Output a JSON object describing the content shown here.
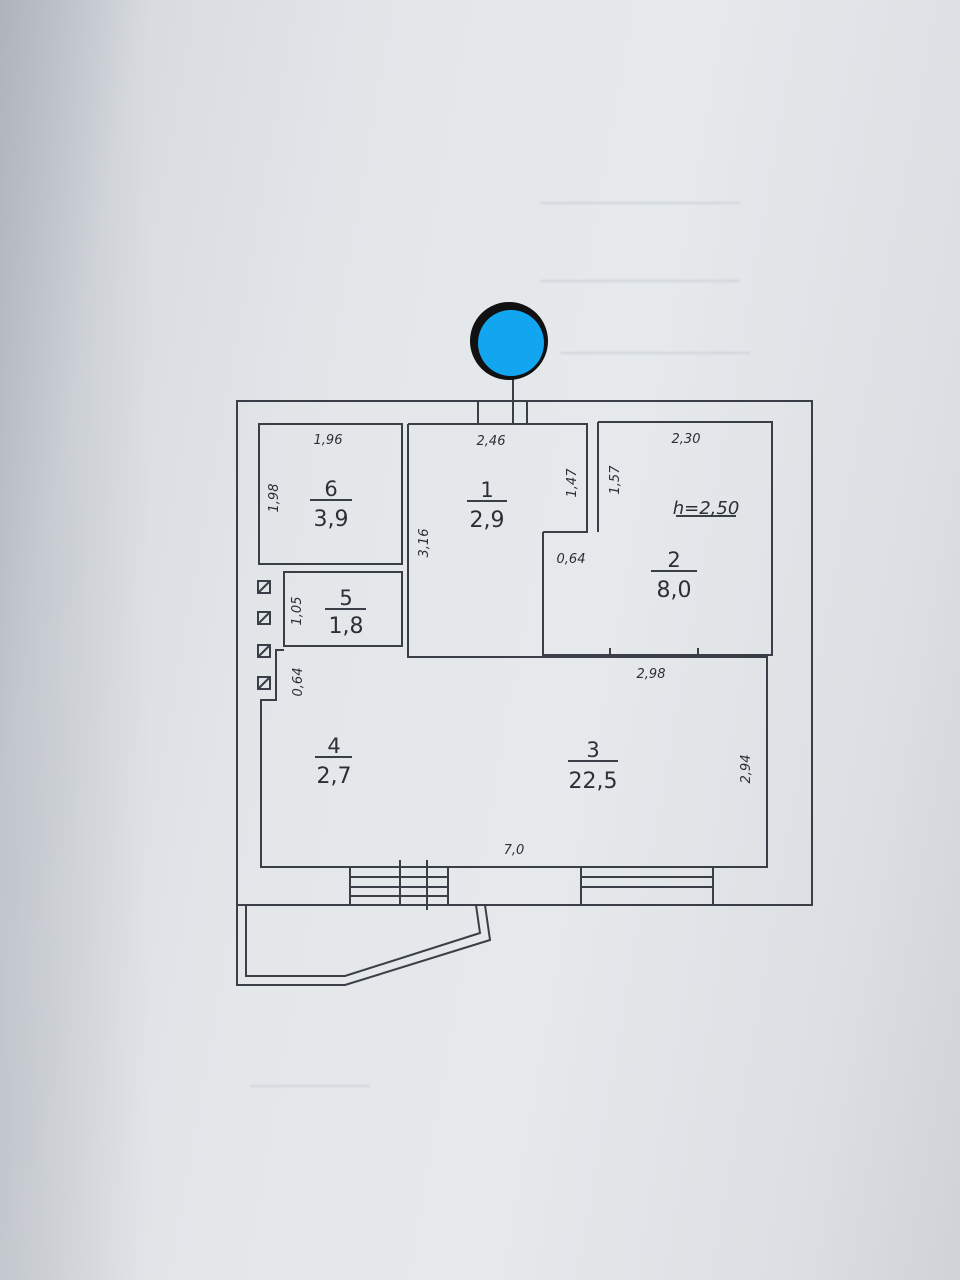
{
  "plan": {
    "height_label": "h=2,50",
    "rooms": [
      {
        "id": "room-1",
        "number": "1",
        "area": "2,9"
      },
      {
        "id": "room-2",
        "number": "2",
        "area": "8,0"
      },
      {
        "id": "room-3",
        "number": "3",
        "area": "22,5"
      },
      {
        "id": "room-4",
        "number": "4",
        "area": "2,7"
      },
      {
        "id": "room-5",
        "number": "5",
        "area": "1,8"
      },
      {
        "id": "room-6",
        "number": "6",
        "area": "3,9"
      }
    ],
    "dimensions": {
      "d196": "1,96",
      "d198": "1,98",
      "d246": "2,46",
      "d316": "3,16",
      "d147": "1,47",
      "d157": "1,57",
      "d230": "2,30",
      "d064a": "0,64",
      "d105": "1,05",
      "d064b": "0,64",
      "d298": "2,98",
      "d294": "2,94",
      "d70": "7,0"
    }
  },
  "colors": {
    "marker_fill": "#12a6f0",
    "marker_ring": "#111111",
    "line": "#3a3f47"
  }
}
